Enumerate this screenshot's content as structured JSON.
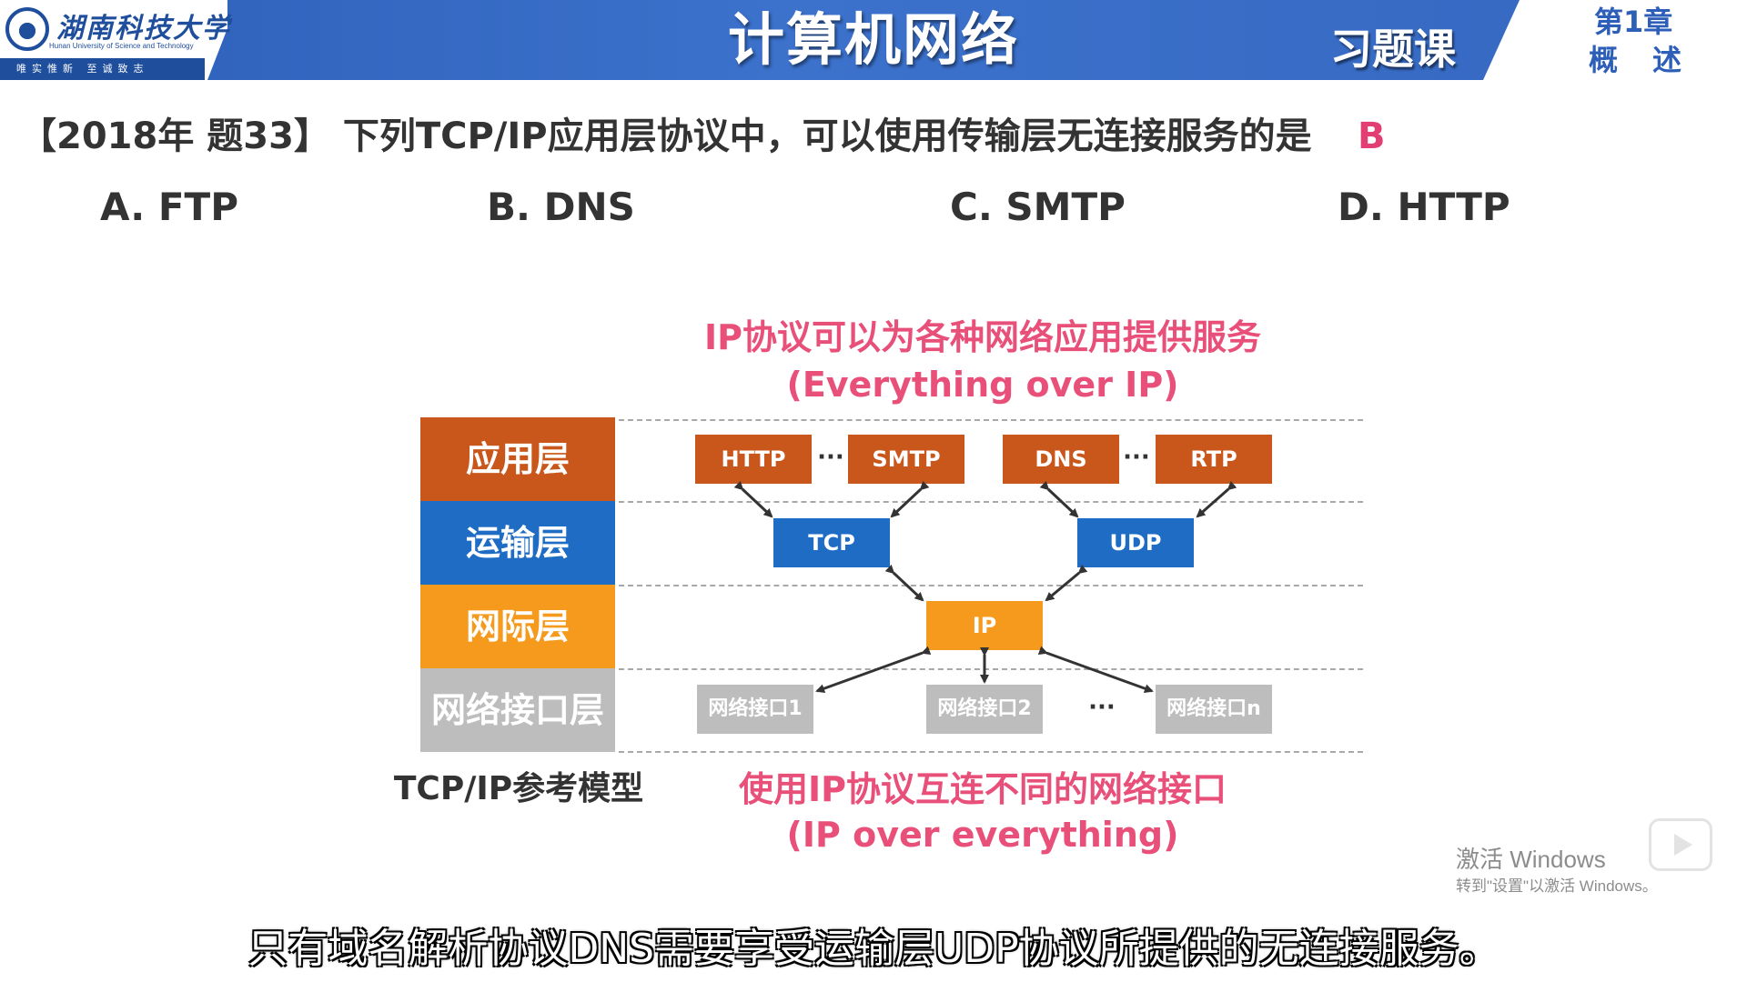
{
  "header": {
    "university_name_cn": "湖南科技大学",
    "university_name_en": "Hunan University of Science and Technology",
    "university_motto": "唯实惟新 至诚致志",
    "course_title": "计算机网络",
    "lesson_type": "习题课",
    "chapter_label": "第1章",
    "chapter_name": "概述",
    "accent_color": "#2d5fb8"
  },
  "question": {
    "text": "【2018年 题33】 下列TCP/IP应用层协议中，可以使用传输层无连接服务的是",
    "answer": "B",
    "answer_color": "#e33e73",
    "options": [
      "A. FTP",
      "B. DNS",
      "C. SMTP",
      "D. HTTP"
    ]
  },
  "diagram": {
    "top_caption_line1": "IP协议可以为各种网络应用提供服务",
    "top_caption_line2": "(Everything over IP)",
    "bottom_caption_line1": "使用IP协议互连不同的网络接口",
    "bottom_caption_line2": "(IP over everything)",
    "model_label": "TCP/IP参考模型",
    "layers": [
      {
        "name": "应用层",
        "color": "#c9561a"
      },
      {
        "name": "运输层",
        "color": "#1f6cc4"
      },
      {
        "name": "网际层",
        "color": "#f59a1c"
      },
      {
        "name": "网络接口层",
        "color": "#bdbdbd"
      }
    ],
    "application_protocols": [
      "HTTP",
      "SMTP",
      "DNS",
      "RTP"
    ],
    "transport_protocols": [
      "TCP",
      "UDP"
    ],
    "internet_protocol": "IP",
    "network_interfaces": [
      "网络接口1",
      "网络接口2",
      "网络接口n"
    ],
    "ellipsis": "···"
  },
  "subtitle": "只有域名解析协议DNS需要享受运输层UDP协议所提供的无连接服务。",
  "watermark": {
    "line1": "激活 Windows",
    "line2": "转到\"设置\"以激活 Windows。"
  }
}
